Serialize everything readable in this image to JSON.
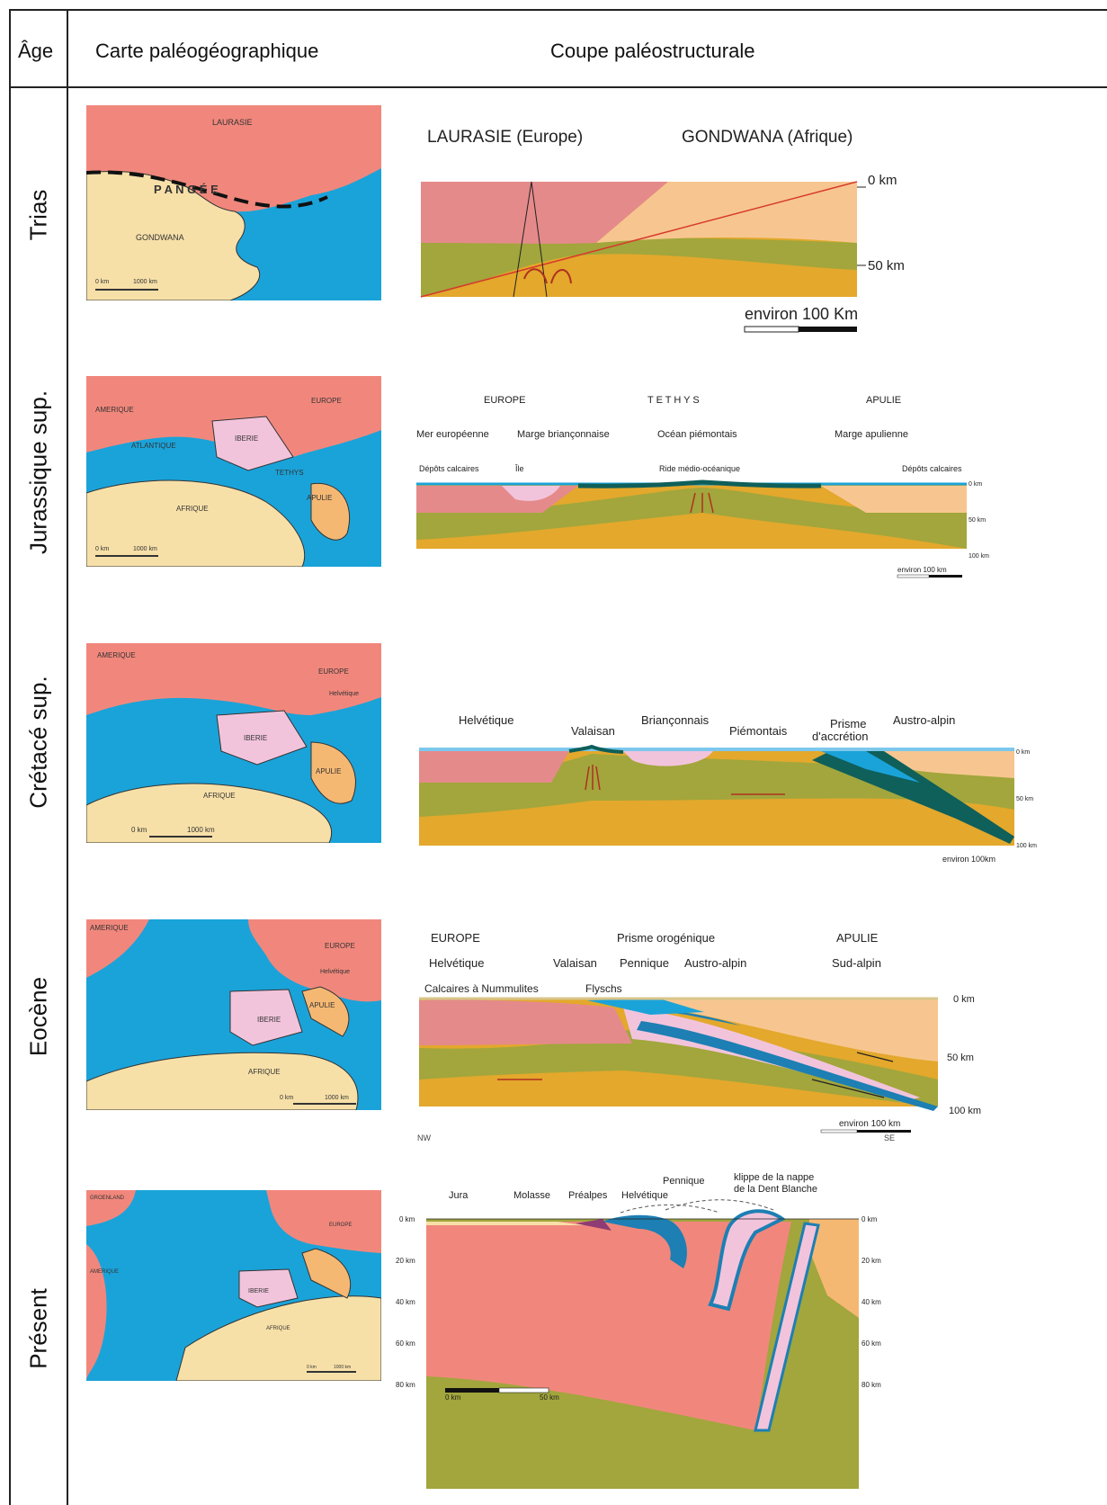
{
  "header": {
    "age": "Âge",
    "map": "Carte paléogéographique",
    "section": "Coupe paléostructurale"
  },
  "colors": {
    "ocean": "#1aa3d9",
    "europe": "#f1877c",
    "africa": "#f7e0a8",
    "apulia": "#f5b873",
    "iberia": "#f2c4dc",
    "mantle_lith": "#a2a63c",
    "asthenosphere": "#e3a82c",
    "oceanic_crust": "#0f5f5a"
  },
  "rows": [
    {
      "age": "Trias",
      "map": {
        "labels": [
          "LAURASIE",
          "P A N G É E",
          "GONDWANA"
        ],
        "scale": [
          "0 km",
          "1000 km"
        ]
      },
      "section": {
        "top": [
          "LAURASIE (Europe)",
          "GONDWANA (Afrique)"
        ],
        "depth": [
          "0 km",
          "50 km"
        ],
        "scale": "environ   100 Km"
      }
    },
    {
      "age": "Jurassique sup.",
      "map": {
        "labels": [
          "AMERIQUE",
          "EUROPE",
          "ATLANTIQUE",
          "IBERIE",
          "TETHYS",
          "APULIE",
          "AFRIQUE"
        ],
        "scale": [
          "0 km",
          "1000 km"
        ]
      },
      "section": {
        "row1": [
          "EUROPE",
          "T E T H Y S",
          "APULIE"
        ],
        "row2": [
          "Mer européenne",
          "Marge briançonnaise",
          "Océan piémontais",
          "Marge apulienne"
        ],
        "row3": [
          "Dépôts calcaires",
          "Île",
          "Ride médio-océanique",
          "Dépôts calcaires"
        ],
        "depth": [
          "0 km",
          "50 km",
          "100 km"
        ],
        "scale": "environ   100 km"
      }
    },
    {
      "age": "Crétacé sup.",
      "map": {
        "labels": [
          "AMERIQUE",
          "EUROPE",
          "Helvétique",
          "IBERIE",
          "APULIE",
          "AFRIQUE"
        ],
        "scale": [
          "0 km",
          "1000 km"
        ]
      },
      "section": {
        "labels": [
          "Helvétique",
          "Valaisan",
          "Briançonnais",
          "Piémontais",
          "Prisme",
          "d'accrétion",
          "Austro-alpin"
        ],
        "depth": [
          "0 km",
          "50 km",
          "100 km"
        ],
        "scale": "environ   100km"
      }
    },
    {
      "age": "Eocène",
      "map": {
        "labels": [
          "AMERIQUE",
          "EUROPE",
          "Helvétique",
          "IBERIE",
          "APULIE",
          "AFRIQUE"
        ],
        "scale": [
          "0 km",
          "1000 km"
        ]
      },
      "section": {
        "row1": [
          "EUROPE",
          "Prisme orogénique",
          "APULIE"
        ],
        "row2": [
          "Helvétique",
          "Valaisan",
          "Pennique",
          "Austro-alpin",
          "Sud-alpin"
        ],
        "row3": [
          "Calcaires à Nummulites",
          "Flyschs"
        ],
        "depth": [
          "0 km",
          "50 km",
          "100 km"
        ],
        "scale": "environ 100 km",
        "orient": [
          "NW",
          "SE"
        ]
      }
    },
    {
      "age": "Présent",
      "map": {
        "labels": [
          "GROENLAND",
          "AMERIQUE",
          "EUROPE",
          "IBERIE",
          "AFRIQUE"
        ],
        "scale": [
          "0 km",
          "1000 km"
        ]
      },
      "section": {
        "labels": [
          "Jura",
          "Molasse",
          "Préalpes",
          "Helvétique",
          "Pennique",
          "klippe de la nappe",
          "de la Dent Blanche"
        ],
        "depth": [
          "0 km",
          "20 km",
          "40 km",
          "60 km",
          "80 km"
        ],
        "scale": [
          "0 km",
          "50 km"
        ]
      }
    }
  ]
}
